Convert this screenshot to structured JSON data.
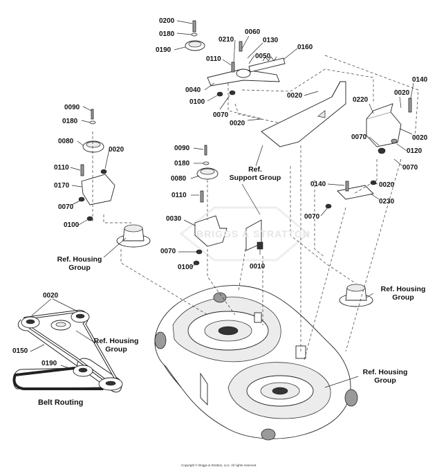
{
  "labels": {
    "p0200": "0200",
    "p0180a": "0180",
    "p0190a": "0190",
    "p0210": "0210",
    "p0060": "0060",
    "p0130": "0130",
    "p0160": "0160",
    "p0050": "0050",
    "p0110a": "0110",
    "p0040": "0040",
    "p0100a": "0100",
    "p0070a": "0070",
    "p0020a": "0020",
    "p0020b": "0020",
    "p0220": "0220",
    "p0020c": "0020",
    "p0140a": "0140",
    "p0020d": "0020",
    "p0070b": "0070",
    "p0120": "0120",
    "p0070c": "0070",
    "p0090a": "0090",
    "p0180b": "0180",
    "p0080a": "0080",
    "p0020e": "0020",
    "p0110b": "0110",
    "p0170": "0170",
    "p0070d": "0070",
    "p0100b": "0100",
    "p0090b": "0090",
    "p0180c": "0180",
    "p0080b": "0080",
    "p0110c": "0110",
    "p0030": "0030",
    "p0070e": "0070",
    "p0100c": "0100",
    "p0010": "0010",
    "p0140b": "0140",
    "p0020f": "0020",
    "p0230": "0230",
    "p0070f": "0070",
    "p0020g": "0020",
    "p0150": "0150",
    "p0190b": "0190"
  },
  "refs": {
    "support_group_1": "Ref.",
    "support_group_2": "Support Group",
    "housing_left_1": "Ref. Housing",
    "housing_left_2": "Group",
    "housing_right_1": "Ref. Housing",
    "housing_right_2": "Group",
    "housing_belt_1": "Ref. Housing",
    "housing_belt_2": "Group",
    "housing_bottom_1": "Ref. Housing",
    "housing_bottom_2": "Group"
  },
  "belt_routing_title": "Belt Routing",
  "copyright": "Copyright © Briggs & Stratton, LLC. All rights reserved.",
  "watermark": "BRIGGS & STRATTON"
}
